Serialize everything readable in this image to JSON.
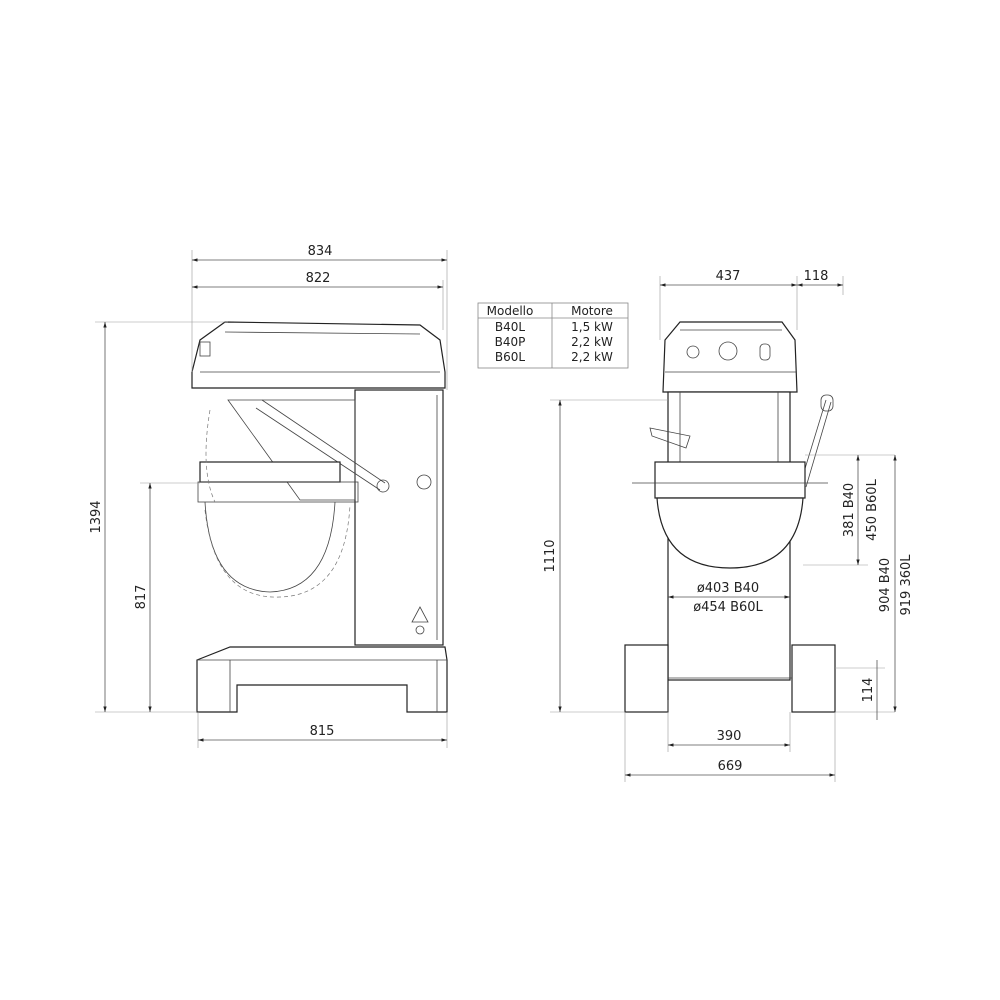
{
  "table": {
    "headers": [
      "Modello",
      "Motore"
    ],
    "rows": [
      [
        "B40L",
        "1,5 kW"
      ],
      [
        "B40P",
        "2,2 kW"
      ],
      [
        "B60L",
        "2,2 kW"
      ]
    ]
  },
  "side_view": {
    "dims": {
      "overall_width": "834",
      "head_width": "822",
      "overall_height": "1394",
      "bowl_height": "817",
      "base_length": "815"
    }
  },
  "front_view": {
    "dims": {
      "head_width": "437",
      "lever_offset": "118",
      "height": "1110",
      "bowl_depth_b40": "381 B40",
      "bowl_depth_b60l": "450 B60L",
      "rim_height_b40": "904 B40",
      "rim_height_360l": "919 360L",
      "foot_height": "114",
      "inner_width": "390",
      "overall_width": "669",
      "bowl_dia_b40": "ø403 B40",
      "bowl_dia_b60l": "ø454 B60L"
    }
  }
}
